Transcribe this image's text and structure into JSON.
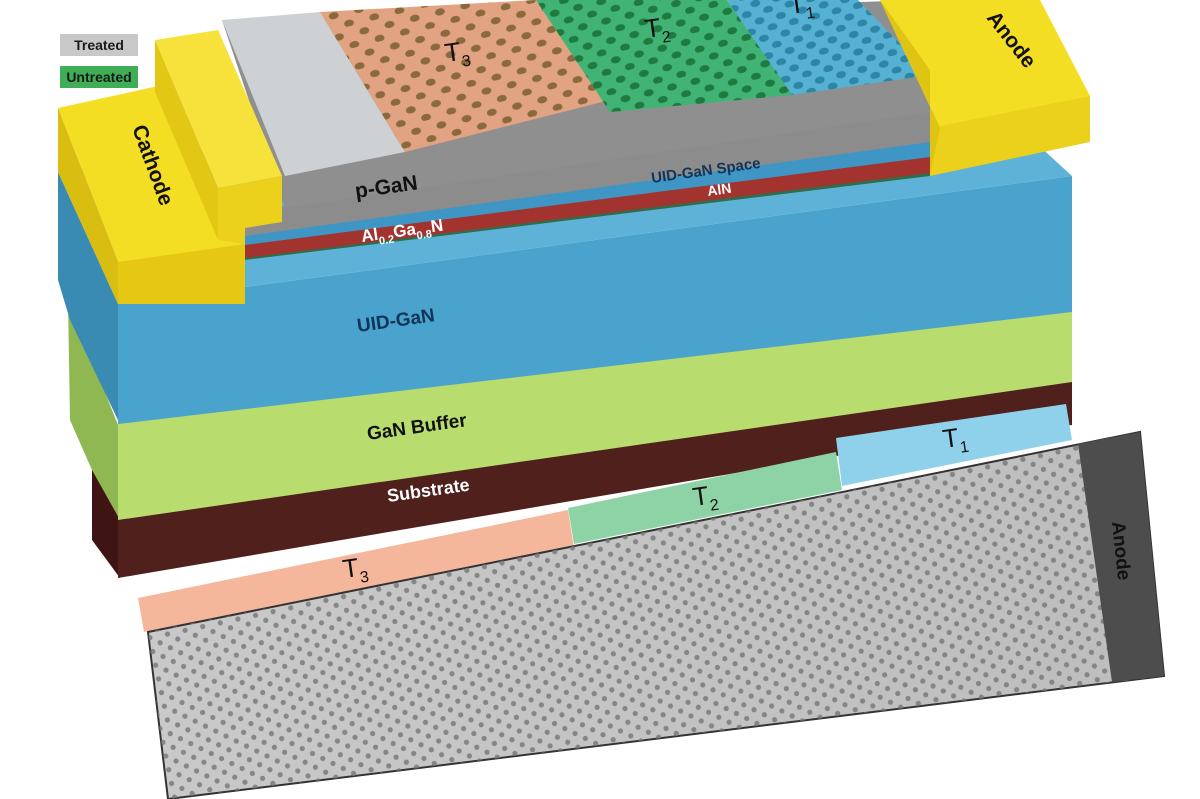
{
  "legend": {
    "treated_label": "Treated",
    "untreated_label": "Untreated",
    "treated_color": "#c8c8c8",
    "untreated_color": "#3fae57"
  },
  "electrodes": {
    "cathode": "Cathode",
    "anode": "Anode"
  },
  "layers": {
    "pgan": "p-GaN",
    "algan_base": "Al",
    "algan_sub1": "0.2",
    "algan_mid": "Ga",
    "algan_sub2": "0.8",
    "algan_end": "N",
    "uid_space": "UID-GaN Space",
    "aln": "AlN",
    "uid_gan": "UID-GaN",
    "buffer": "GaN Buffer",
    "substrate": "Substrate"
  },
  "regions": {
    "t3_letter": "T",
    "t3_sub": "3",
    "t2_letter": "T",
    "t2_sub": "2",
    "t1_letter": "T",
    "t1_sub": "1"
  },
  "micrograph": {
    "anode": "Anode"
  },
  "colors": {
    "uid_gan": "#4aa3cd",
    "buffer": "#b9dc6f",
    "substrate": "#4f201c",
    "metal": "#f4de24",
    "pgan": "#8f8f8f",
    "t3": "#e2a383",
    "t2": "#41b475",
    "t1": "#56b1d3",
    "t3_band": "#f4b79b",
    "t2_band": "#8ed3a6",
    "t1_band": "#8fd1ea"
  }
}
